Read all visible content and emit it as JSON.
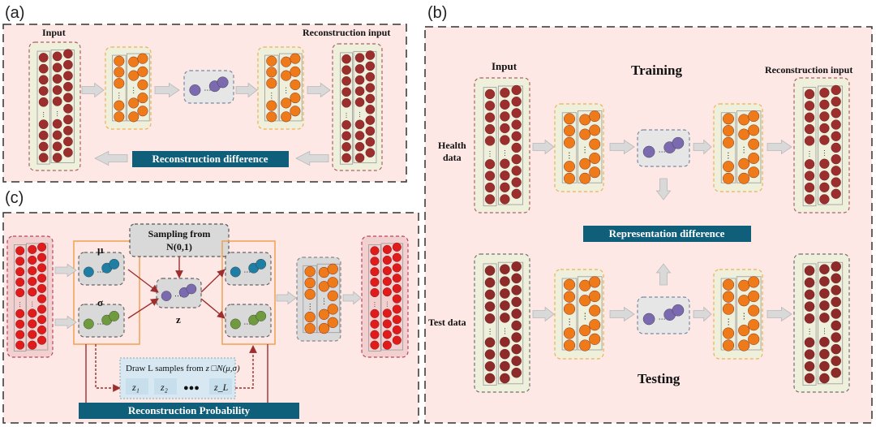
{
  "panel_a": {
    "label": "(a)",
    "input_label": "Input",
    "recon_label": "Reconstruction input",
    "bar_label": "Reconstruction difference"
  },
  "panel_b": {
    "label": "(b)",
    "input_label": "Input",
    "training_label": "Training",
    "recon_label": "Reconstruction input",
    "health_label_1": "Health",
    "health_label_2": "data",
    "bar_label": "Representation difference",
    "test_label": "Test data",
    "testing_label": "Testing"
  },
  "panel_c": {
    "label": "(c)",
    "sampling_label_1": "Sampling from",
    "sampling_label_2": "N(0,1)",
    "mu_label": "μ",
    "sigma_label": "σ",
    "z_label": "z",
    "draw_label": "Draw L samples from",
    "draw_var": "z",
    "draw_dist": "N(μ,σ)",
    "samples": [
      "z₁",
      "z₂",
      "z_L"
    ],
    "ellipsis": "●●●",
    "bar_label": "Reconstruction Probability"
  },
  "colors": {
    "panel_bg": "#fde8e6",
    "bar_bg": "#0f5e7a",
    "dark_red": "#9c2f2e",
    "bright_red": "#e11b1b",
    "orange": "#ef7a1a",
    "purple": "#7c6ab0",
    "teal": "#1f7ea3",
    "green": "#6f9a3d",
    "arrow": "#d9d9d9"
  }
}
